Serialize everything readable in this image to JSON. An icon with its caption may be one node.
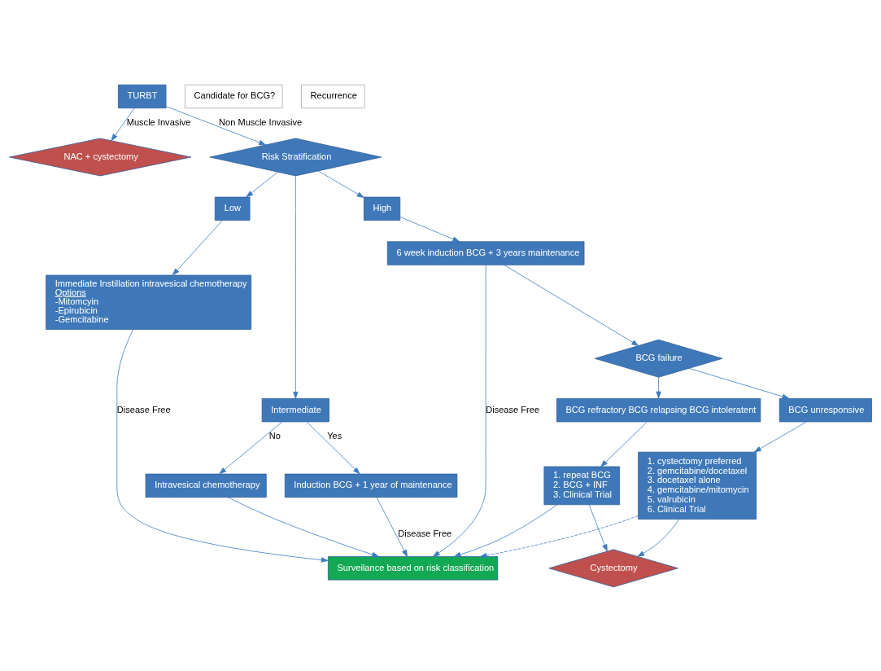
{
  "diagram": {
    "nodes": [
      {
        "text": [
          "TURBT"
        ]
      },
      {
        "text": [
          "NAC + cystectomy"
        ]
      },
      {
        "text": [
          "Risk Stratification"
        ]
      },
      {
        "text": [
          "Low"
        ]
      },
      {
        "text": [
          "Intermediate"
        ]
      },
      {
        "text": [
          "High"
        ]
      },
      {
        "text": [
          "Immediate Instillation intravesical chemotherapy",
          "Options",
          "-Mitomcyin",
          "-Epirubicin",
          "-Gemcitabine"
        ]
      },
      {
        "text": [
          "Intravesical chemotherapy"
        ]
      },
      {
        "text": [
          "Induction BCG + 1 year of maintenance"
        ]
      },
      {
        "text": [
          "Surveilance based on risk classification"
        ]
      },
      {
        "text": [
          "6 week induction BCG + 3 years maintenance"
        ]
      },
      {
        "text": [
          "BCG failure"
        ]
      },
      {
        "text": [
          "BCG refractory BCG relapsing BCG intoleratent"
        ]
      },
      {
        "text": [
          "BCG unresponsive"
        ]
      },
      {
        "text": [
          "1. repeat BCG",
          "2. BCG + INF",
          "3. Clinical Trial"
        ]
      },
      {
        "text": [
          "1. cystectomy preferred",
          "2. gemcitabine/docetaxel",
          "3. docetaxel alone",
          "4. gemcitabine/mitomycin",
          "5. valrubicin",
          "6. Clinical Trial"
        ]
      },
      {
        "text": [
          "Cystectomy"
        ]
      }
    ],
    "edges": [
      {
        "from": 0,
        "to": 1,
        "arrow": "to",
        "label": "Muscle Invasive"
      },
      {
        "from": 0,
        "to": 2,
        "arrow": "to",
        "label": "Non Muscle Invasive"
      },
      {
        "from": 2,
        "to": 3,
        "arrow": "to"
      },
      {
        "from": 2,
        "to": 4,
        "arrow": "to"
      },
      {
        "from": 2,
        "to": 5,
        "arrow": "to"
      },
      {
        "from": 3,
        "to": 6,
        "arrow": "to"
      },
      {
        "from": 4,
        "to": 7,
        "arrow": "to",
        "label": "No"
      },
      {
        "from": 4,
        "to": 8,
        "arrow": "to",
        "label": "Yes"
      },
      {
        "from": 6,
        "to": 9,
        "arrow": "to",
        "label": "Disease Free"
      },
      {
        "from": 7,
        "to": 9,
        "arrow": "to"
      },
      {
        "from": 8,
        "to": 9,
        "arrow": "to",
        "label": "Disease Free"
      },
      {
        "from": 5,
        "to": 10,
        "arrow": "to"
      },
      {
        "from": 10,
        "to": 9,
        "arrow": "to",
        "label": "Disease Free"
      },
      {
        "from": 10,
        "to": 11,
        "arrow": "to"
      },
      {
        "from": 11,
        "to": 12,
        "arrow": "to"
      },
      {
        "from": 11,
        "to": 13,
        "arrow": "to"
      },
      {
        "from": 12,
        "to": 14,
        "arrow": "to"
      },
      {
        "from": 13,
        "to": 15,
        "arrow": "to"
      },
      {
        "from": 14,
        "to": 9,
        "arrow": "to"
      },
      {
        "from": 15,
        "to": 9,
        "arrow": "to",
        "style": "dashed"
      },
      {
        "from": 14,
        "to": 16,
        "arrow": "to"
      },
      {
        "from": 15,
        "to": 16,
        "arrow": "to"
      }
    ],
    "labels": [
      "Candidate for BCG?",
      "Recurrence"
    ]
  }
}
